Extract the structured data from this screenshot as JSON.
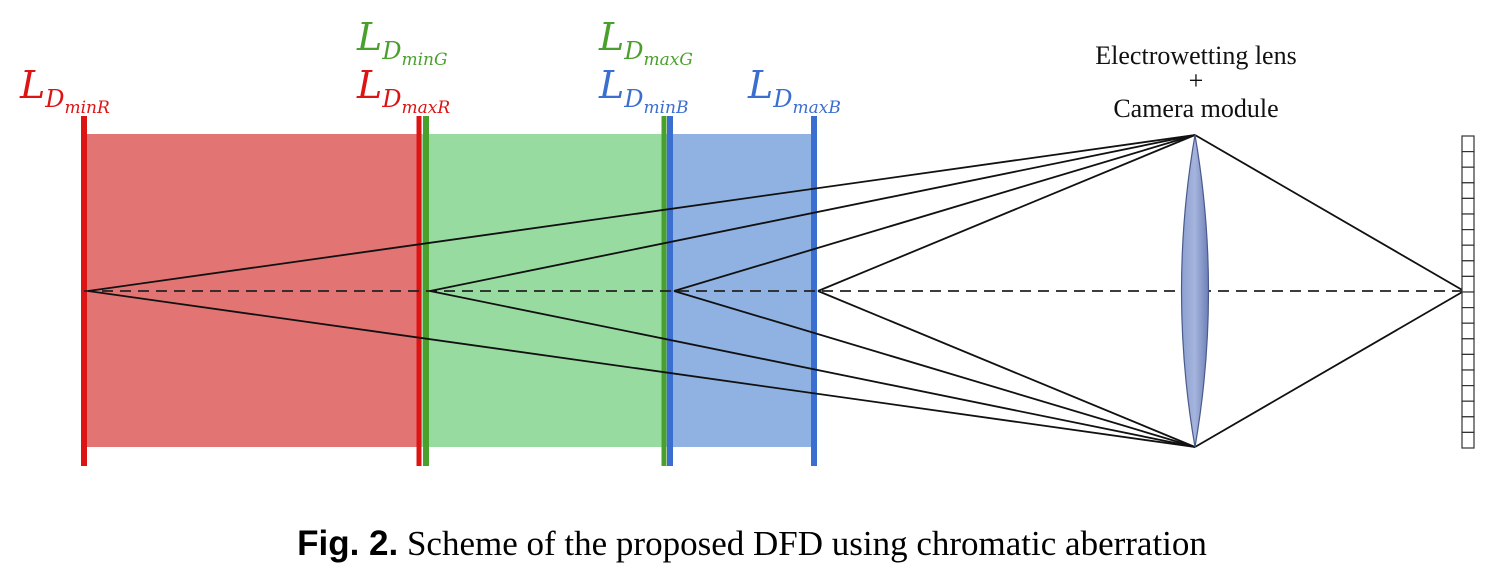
{
  "colors": {
    "red": "#dd1414",
    "green": "#4aa02c",
    "blue": "#3a6fcf",
    "red_region": "#e27474",
    "green_region": "#98dba1",
    "blue_region": "#8fb2e2",
    "lens": "#7f95c8"
  },
  "labels": {
    "l_dmin_r": {
      "main": "L",
      "sub": "D",
      "subsub": "minR"
    },
    "l_dmin_g": {
      "main": "L",
      "sub": "D",
      "subsub": "minG"
    },
    "l_dmax_r": {
      "main": "L",
      "sub": "D",
      "subsub": "maxR"
    },
    "l_dmax_g": {
      "main": "L",
      "sub": "D",
      "subsub": "maxG"
    },
    "l_dmin_b": {
      "main": "L",
      "sub": "D",
      "subsub": "minB"
    },
    "l_dmax_b": {
      "main": "L",
      "sub": "D",
      "subsub": "maxB"
    }
  },
  "camera": {
    "line1": "Electrowetting lens",
    "line2": "+",
    "line3": "Camera module"
  },
  "caption": {
    "label": "Fig. 2.",
    "text": "Scheme of the proposed DFD using chromatic aberration"
  }
}
